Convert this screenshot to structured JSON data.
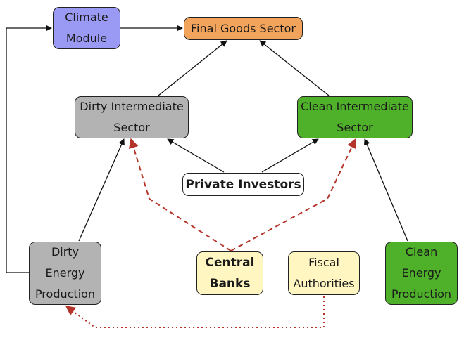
{
  "colors": {
    "climate": "#9a9af5",
    "final": "#f2a35c",
    "dirty": "#b3b3b3",
    "clean": "#4fb02a",
    "investors": "#ffffff",
    "policy": "#fff6c2",
    "solid_edge": "#111111",
    "dashed_edge": "#b5342a"
  },
  "nodes": {
    "climate_module": {
      "label": "Climate\nModule"
    },
    "final_goods": {
      "label": "Final Goods Sector"
    },
    "dirty_intermediate": {
      "label": "Dirty Intermediate\nSector"
    },
    "clean_intermediate": {
      "label": "Clean Intermediate\nSector"
    },
    "private_investors": {
      "label": "Private Investors"
    },
    "dirty_energy": {
      "label": "Dirty\nEnergy\nProduction"
    },
    "central_banks": {
      "label": "Central\nBanks"
    },
    "fiscal_authorities": {
      "label": "Fiscal\nAuthorities"
    },
    "clean_energy": {
      "label": "Clean\nEnergy\nProduction"
    }
  },
  "edges": [
    {
      "from": "climate_module",
      "to": "final_goods",
      "style": "solid"
    },
    {
      "from": "dirty_intermediate",
      "to": "final_goods",
      "style": "solid"
    },
    {
      "from": "clean_intermediate",
      "to": "final_goods",
      "style": "solid"
    },
    {
      "from": "private_investors",
      "to": "dirty_intermediate",
      "style": "solid"
    },
    {
      "from": "private_investors",
      "to": "clean_intermediate",
      "style": "solid"
    },
    {
      "from": "dirty_energy",
      "to": "dirty_intermediate",
      "style": "solid"
    },
    {
      "from": "clean_energy",
      "to": "clean_intermediate",
      "style": "solid"
    },
    {
      "from": "dirty_energy",
      "to": "climate_module",
      "style": "solid"
    },
    {
      "from": "central_banks",
      "to": "dirty_intermediate",
      "style": "dashed"
    },
    {
      "from": "central_banks",
      "to": "clean_intermediate",
      "style": "dashed"
    },
    {
      "from": "fiscal_authorities",
      "to": "dirty_energy",
      "style": "dotted"
    }
  ]
}
